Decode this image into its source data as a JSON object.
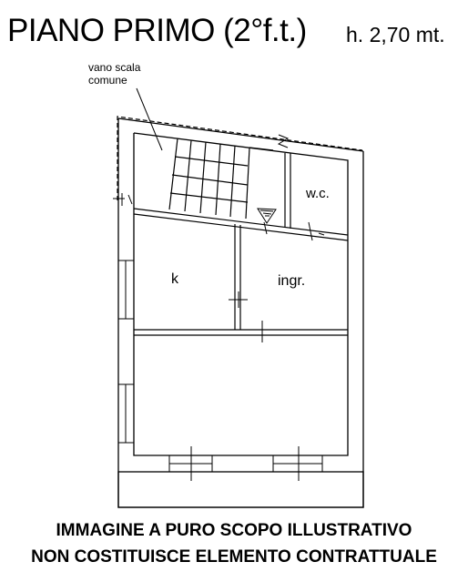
{
  "header": {
    "title": "PIANO PRIMO (2°f.t.)",
    "height_note": "h. 2,70 mt."
  },
  "plan": {
    "stair_label_line1": "vano scala",
    "stair_label_line2": "comune",
    "rooms": {
      "wc": "w.c.",
      "kitchen": "k",
      "entrance": "ingr."
    }
  },
  "disclaimer": {
    "line1": "IMMAGINE A PURO SCOPO ILLUSTRATIVO",
    "line2": "NON COSTITUISCE ELEMENTO CONTRATTUALE"
  }
}
